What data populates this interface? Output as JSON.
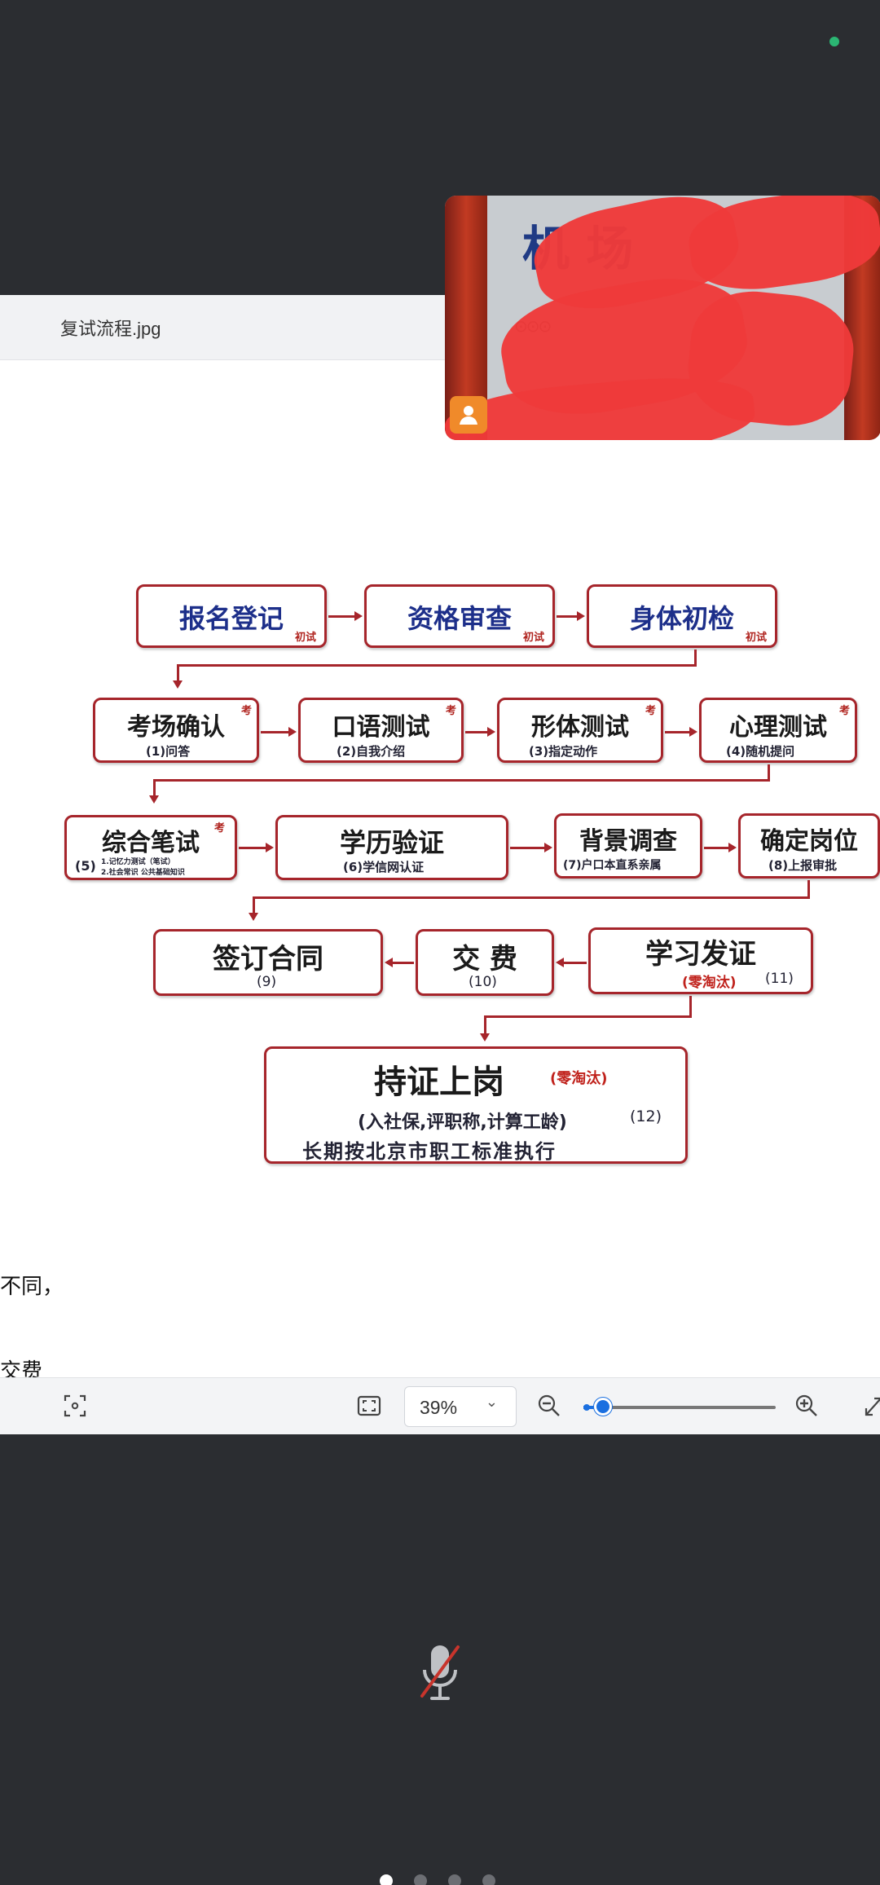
{
  "viewer": {
    "filename": "复试流程.jpg",
    "zoom": "39%"
  },
  "flowchart": {
    "row1": [
      {
        "title": "报名登记",
        "tag": "初试"
      },
      {
        "title": "资格审查",
        "tag": "初试"
      },
      {
        "title": "身体初检",
        "tag": "初试"
      }
    ],
    "row2": [
      {
        "title": "考场确认",
        "sub": "(1)问答",
        "tag": "考"
      },
      {
        "title": "口语测试",
        "sub": "(2)自我介绍",
        "tag": "考"
      },
      {
        "title": "形体测试",
        "sub": "(3)指定动作",
        "tag": "考"
      },
      {
        "title": "心理测试",
        "sub": "(4)随机提问",
        "tag": "考"
      }
    ],
    "row3": [
      {
        "title": "综合笔试",
        "num": "(5)",
        "sub1": "1.记忆力测试（笔试）",
        "sub2": "2.社会常识 公共基础知识",
        "tag": "考"
      },
      {
        "title": "学历验证",
        "sub": "(6)学信网认证"
      },
      {
        "title": "背景调查",
        "sub": "(7)户口本直系亲属"
      },
      {
        "title": "确定岗位",
        "sub": "(8)上报审批"
      }
    ],
    "row4": [
      {
        "title": "签订合同",
        "sub": "(9)"
      },
      {
        "title": "交 费",
        "sub": "(10)"
      },
      {
        "title": "学习发证",
        "note": "(零淘汰)",
        "sub": "(11)"
      }
    ],
    "final": {
      "title": "持证上岗",
      "note": "(零淘汰)",
      "line1": "(入社保,评职称,计算工龄)",
      "num": "(12)",
      "line2": "长期按北京市职工标准执行"
    }
  },
  "doc_text": {
    "line1": "不同，",
    "line2": "交费"
  },
  "video": {
    "sign_text": "机 场"
  },
  "colors": {
    "background": "#2b2d31",
    "box_border": "#a6252b",
    "accent": "#1a6fe0",
    "status_dot": "#2bb673"
  },
  "icons": [
    "fullscreen-select-icon",
    "fit-screen-icon",
    "zoom-out-icon",
    "zoom-in-icon",
    "expand-icon",
    "mic-muted-icon",
    "user-icon"
  ]
}
